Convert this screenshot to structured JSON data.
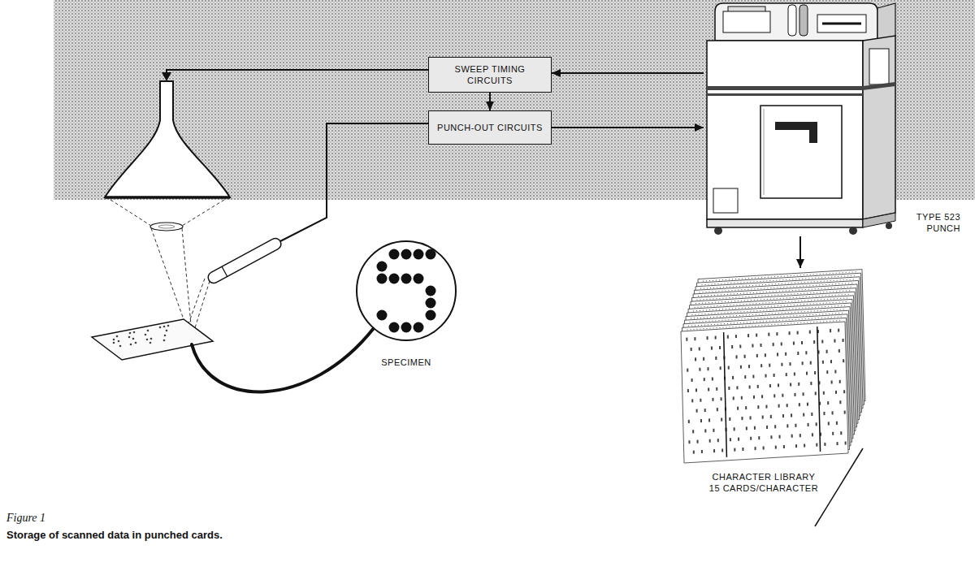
{
  "diagram": {
    "caption": "Storage of scanned data in punched cards.",
    "nodes": [
      {
        "text": [
          "SWEEP TIMING CIRCUITS"
        ]
      },
      {
        "text": [
          "PUNCH-OUT CIRCUITS"
        ]
      },
      {
        "text": [
          "TYPE 523 PUNCH"
        ]
      },
      {
        "text": [
          "SPECIMEN"
        ]
      },
      {
        "text": [
          "CHARACTER LIBRARY 15 CARDS/CHARACTER"
        ]
      }
    ],
    "edges": [
      {
        "from": 2,
        "to": 0,
        "arrow": "to"
      },
      {
        "from": 0,
        "to": 1,
        "arrow": "to"
      },
      {
        "from": 1,
        "to": 2,
        "arrow": "to"
      },
      {
        "from": 2,
        "to": 4,
        "arrow": "to"
      }
    ],
    "labels": [
      "Figure 1"
    ]
  }
}
